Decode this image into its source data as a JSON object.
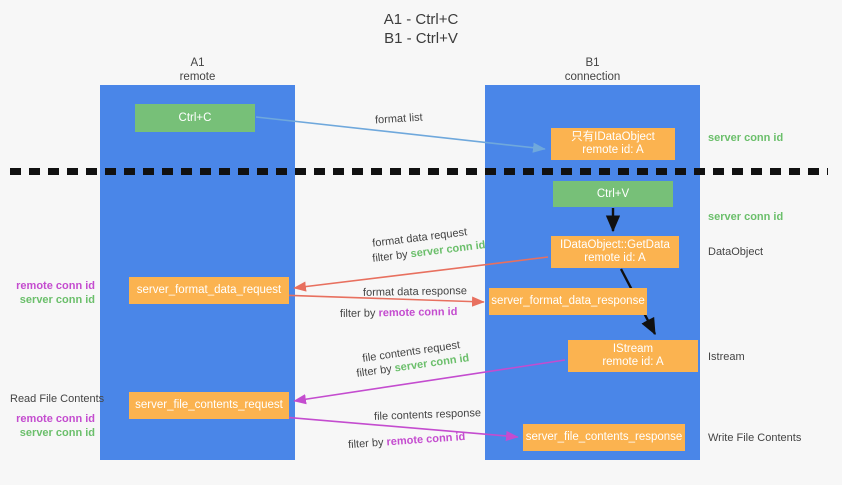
{
  "title": {
    "line1": "A1 - Ctrl+C",
    "line2": "B1 - Ctrl+V"
  },
  "lanes": {
    "left": {
      "name": "A1",
      "role": "remote",
      "color": "#4a86e8"
    },
    "right": {
      "name": "B1",
      "role": "connection",
      "color": "#4a86e8"
    }
  },
  "colors": {
    "lane": "#4a86e8",
    "box_orange": "#fbb350",
    "box_green": "#77c078",
    "server_conn": "#6bbf6b",
    "remote_conn": "#c44ccf",
    "arrow_blue": "#6fa8dc",
    "arrow_red": "#e8705f",
    "arrow_magenta": "#c44ccf",
    "arrow_black": "#111111",
    "background": "#f7f7f7"
  },
  "boxes": {
    "ctrl_c": "Ctrl+C",
    "ctrl_v": "Ctrl+V",
    "idataobject_l1": "只有IDataObject",
    "idataobject_l2": "remote id: A",
    "getdata_l1": "IDataObject::GetData",
    "getdata_l2": "remote id: A",
    "istream_l1": "IStream",
    "istream_l2": "remote id: A",
    "server_format_data_request": "server_format_data_request",
    "server_format_data_response": "server_format_data_response",
    "server_file_contents_request": "server_file_contents_request",
    "server_file_contents_response": "server_file_contents_response"
  },
  "flow_labels": {
    "format_list": "format list",
    "format_data_request": "format data request",
    "format_data_response": "format data response",
    "file_contents_request": "file contents request",
    "file_contents_response": "file contents response",
    "filter_by": "filter by",
    "server_conn_id": "server conn id",
    "remote_conn_id": "remote conn id"
  },
  "right_labels": {
    "server_conn_id_1": "server conn id",
    "server_conn_id_2": "server conn id",
    "dataobject": "DataObject",
    "istream": "Istream",
    "write_file_contents": "Write File Contents"
  },
  "left_labels": {
    "remote_conn_id_1": "remote conn id",
    "server_conn_id_1": "server conn id",
    "read_file_contents": "Read File Contents",
    "remote_conn_id_2": "remote conn id",
    "server_conn_id_2": "server conn id"
  }
}
